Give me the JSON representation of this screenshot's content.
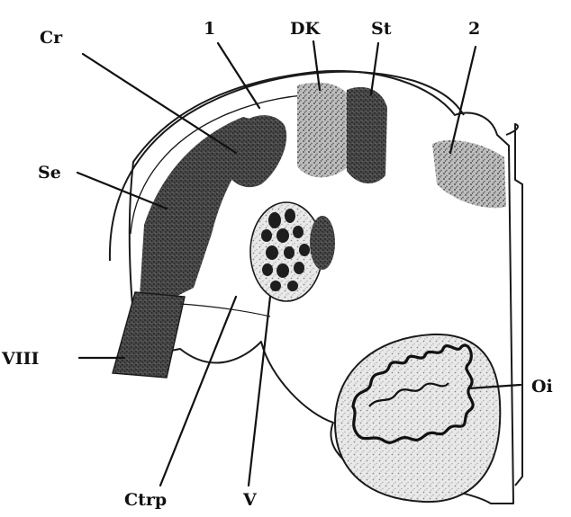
{
  "figure": {
    "labels": {
      "cr": "Cr",
      "one": "1",
      "dk": "DK",
      "st": "St",
      "two": "2",
      "se": "Se",
      "viii": "VIII",
      "oi": "Oi",
      "ctrp": "Ctrp",
      "v": "V"
    }
  },
  "colors": {
    "ink": "#111111",
    "stipple_light": "#cfcfcf",
    "stipple_mid": "#9a9a9a",
    "stipple_dark": "#3a3a3a",
    "background": "#ffffff"
  }
}
